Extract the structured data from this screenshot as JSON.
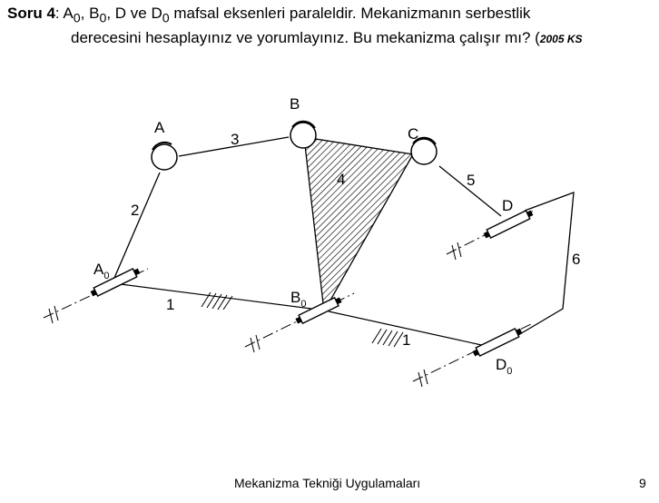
{
  "question": {
    "prefix": "Soru 4",
    "colon": ": ",
    "line1_rest": " mafsal eksenleri paraleldir. Mekanizmanın serbestlik",
    "line2_main": "derecesini hesaplayınız ve yorumlayınız. Bu mekanizma çalışır mı? (",
    "reference": "2005 KS",
    "joint_names": [
      {
        "base": "A",
        "sub": "0",
        "after": ", "
      },
      {
        "base": "B",
        "sub": "0",
        "after": ", "
      },
      {
        "base": "D",
        "sub": "",
        "after": " ve "
      },
      {
        "base": "D",
        "sub": "0",
        "after": ""
      }
    ]
  },
  "diagram": {
    "joint_labels": {
      "A": "A",
      "B": "B",
      "C": "C",
      "D": "D",
      "A0_base": "A",
      "A0_sub": "0",
      "B0_base": "B",
      "B0_sub": "0",
      "D0_base": "D",
      "D0_sub": "0"
    },
    "link_labels": {
      "link1_left": "1",
      "link1_right": "1",
      "link2": "2",
      "link3": "3",
      "link4": "4",
      "link5": "5",
      "link6": "6"
    }
  },
  "footer": {
    "title": "Mekanizma Tekniği Uygulamaları",
    "page_number": "9"
  }
}
